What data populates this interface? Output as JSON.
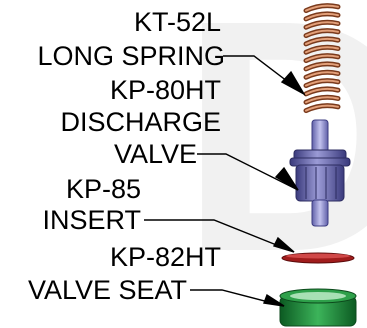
{
  "watermark": {
    "letter": "D",
    "color": "#f1f1f1"
  },
  "parts": [
    {
      "part_no": "KT-52L",
      "name": "LONG SPRING"
    },
    {
      "part_no": "KP-80HT",
      "name": "DISCHARGE VALVE"
    },
    {
      "part_no": "KP-85",
      "name": "INSERT"
    },
    {
      "part_no": "KP-82HT",
      "name": "VALVE SEAT"
    }
  ],
  "labels": {
    "spring_no": "KT-52L",
    "spring_name": "LONG SPRING",
    "valve_no": "KP-80HT",
    "valve_name_1": "DISCHARGE",
    "valve_name_2": "VALVE",
    "insert_no": "KP-85",
    "insert_name": "INSERT",
    "seat_no": "KP-82HT",
    "seat_name": "VALVE SEAT"
  },
  "colors": {
    "spring": "#b8653a",
    "spring_dark": "#7a3a1c",
    "valve": "#6f6fb4",
    "valve_dark": "#3c3c82",
    "insert": "#a01c1c",
    "seat": "#1e8c3c",
    "seat_dark": "#0c5a22"
  }
}
